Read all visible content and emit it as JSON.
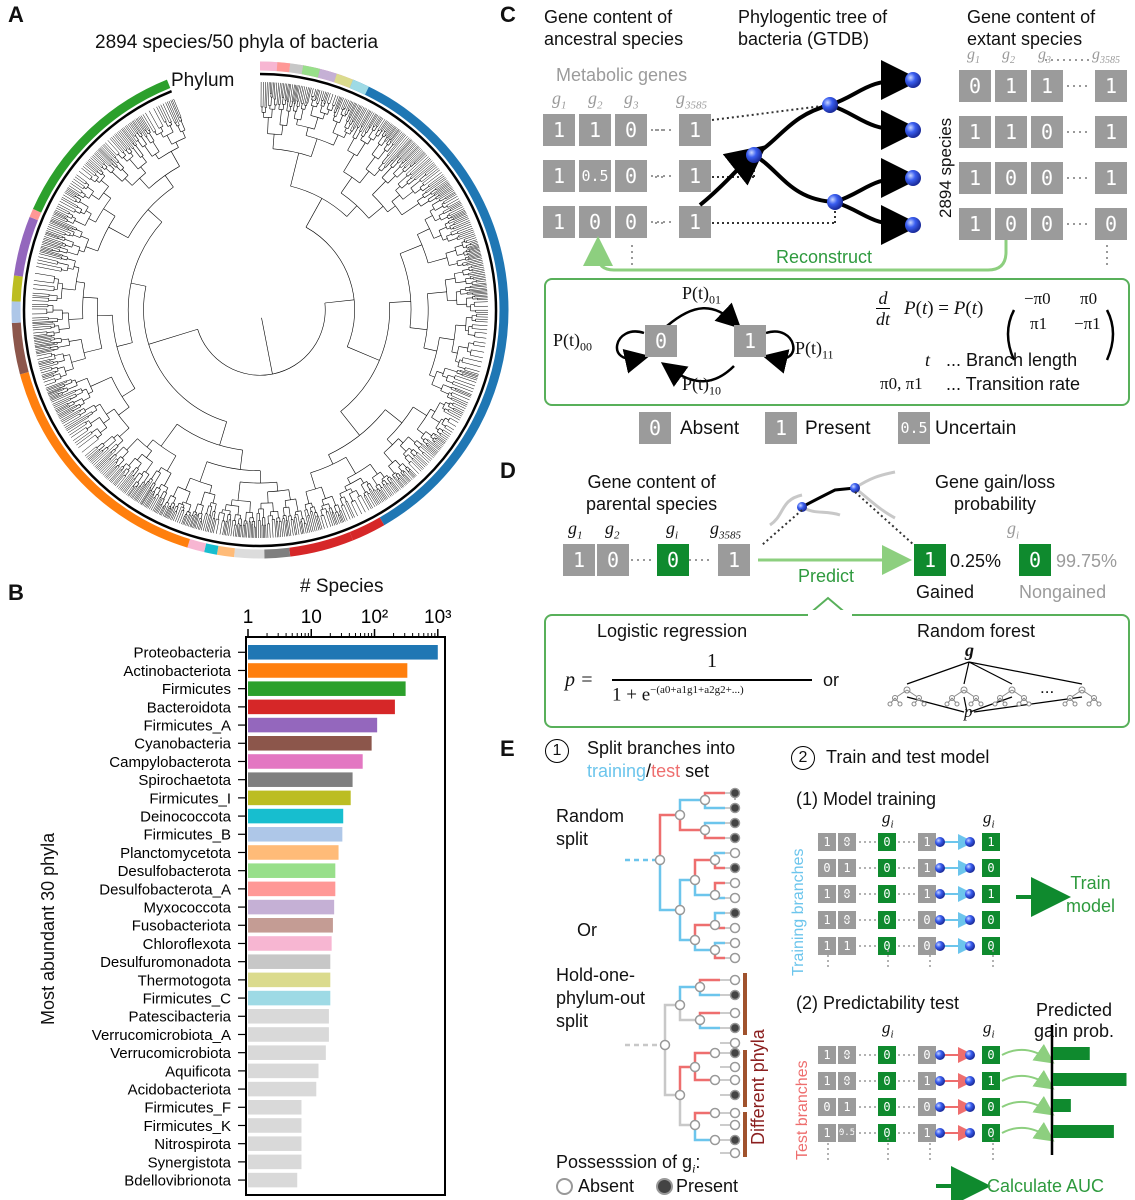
{
  "panelA": {
    "label": "A",
    "title": "2894 species/50 phyla of bacteria",
    "phylum_label": "Phylum"
  },
  "panelB": {
    "label": "B",
    "axis_title": "# Species",
    "y_title": "Most abundant 30 phyla",
    "ticks": [
      "1",
      "10",
      "10²",
      "10³"
    ]
  },
  "chart_data": {
    "type": "bar",
    "orientation": "horizontal",
    "xlabel": "# Species",
    "ylabel": "Most abundant 30 phyla",
    "xscale": "log",
    "xlim": [
      1,
      1300
    ],
    "categories": [
      "Proteobacteria",
      "Actinobacteriota",
      "Firmicutes",
      "Bacteroidota",
      "Firmicutes_A",
      "Cyanobacteria",
      "Campylobacterota",
      "Spirochaetota",
      "Firmicutes_I",
      "Deinococcota",
      "Firmicutes_B",
      "Planctomycetota",
      "Desulfobacterota",
      "Desulfobacterota_A",
      "Myxococcota",
      "Fusobacteriota",
      "Chloroflexota",
      "Desulfuromonadota",
      "Thermotogota",
      "Firmicutes_C",
      "Patescibacteria",
      "Verrucomicrobiota_A",
      "Verrucomicrobiota",
      "Aquificota",
      "Acidobacteriota",
      "Firmicutes_F",
      "Firmicutes_K",
      "Nitrospirota",
      "Synergistota",
      "Bdellovibrionota"
    ],
    "values": [
      1000,
      330,
      310,
      210,
      110,
      90,
      65,
      45,
      42,
      32,
      31,
      27,
      24,
      24,
      23,
      22,
      21,
      20,
      20,
      20,
      19,
      19,
      17,
      13,
      12,
      7,
      7,
      7,
      7,
      6
    ],
    "colors": [
      "#1f77b4",
      "#ff7f0e",
      "#2ca02c",
      "#d62728",
      "#9467bd",
      "#8c564b",
      "#e377c2",
      "#7f7f7f",
      "#bcbd22",
      "#17becf",
      "#aec7e8",
      "#ffbb78",
      "#98df8a",
      "#ff9896",
      "#c5b0d5",
      "#c49c94",
      "#f7b6d2",
      "#c7c7c7",
      "#dbdb8d",
      "#9edae5",
      "#d9d9d9",
      "#d9d9d9",
      "#d9d9d9",
      "#d9d9d9",
      "#d9d9d9",
      "#d9d9d9",
      "#d9d9d9",
      "#d9d9d9",
      "#d9d9d9",
      "#d9d9d9"
    ]
  },
  "panelC": {
    "label": "C",
    "head1a": "Gene content of",
    "head1b": "ancestral species",
    "head2a": "Phylogentic tree of",
    "head2b": "bacteria (GTDB)",
    "head3a": "Gene content of",
    "head3b": "extant species",
    "metabolic": "Metabolic genes",
    "g1": "g",
    "g1s": "1",
    "g2": "g",
    "g2s": "2",
    "g3": "g",
    "g3s": "3",
    "gn": "g",
    "gns": "3585",
    "anc_rows": [
      [
        "1",
        "1",
        "0",
        "1"
      ],
      [
        "1",
        "0.5",
        "0",
        "1"
      ],
      [
        "1",
        "0",
        "0",
        "1"
      ]
    ],
    "ext_rows": [
      [
        "0",
        "1",
        "1",
        "1"
      ],
      [
        "1",
        "1",
        "0",
        "1"
      ],
      [
        "1",
        "0",
        "0",
        "1"
      ],
      [
        "1",
        "0",
        "0",
        "0"
      ]
    ],
    "species_count": "2894 species",
    "reconstruct": "Reconstruct",
    "p01": "P(t)01",
    "p00": "P(t)00",
    "p11": "P(t)11",
    "p10": "P(t)10",
    "state0": "0",
    "state1": "1",
    "eq_lhs": "d/dt P(t) = P(t)",
    "m11": "−π0",
    "m12": "π0",
    "m21": "π1",
    "m22": "−π1",
    "t_sym": "t",
    "t_desc": "... Branch length",
    "pi_sym": "π0, π1",
    "pi_desc": "... Transition rate",
    "legend_absent_val": "0",
    "legend_absent": "Absent",
    "legend_present_val": "1",
    "legend_present": "Present",
    "legend_unc_val": "0.5",
    "legend_unc": "Uncertain"
  },
  "panelD": {
    "label": "D",
    "head1a": "Gene content of",
    "head1b": "parental species",
    "head2a": "Gene gain/loss",
    "head2b": "probability",
    "gi": "g",
    "gis": "i",
    "parent_row": [
      "1",
      "0",
      "0",
      "1"
    ],
    "predict": "Predict",
    "gained_val": "1",
    "gained_pct": "0.25%",
    "gained": "Gained",
    "nongained_val": "0",
    "nongained_pct": "99.75%",
    "nongained": "Nongained",
    "logreg": "Logistic regression",
    "rf": "Random forest",
    "or": "or",
    "formula_p": "p =",
    "formula_num": "1",
    "formula_den": "1 + e",
    "formula_exp": "−(a0+a1g1+a2g2+...)",
    "rf_g": "g",
    "rf_p": "p",
    "rf_dots": "..."
  },
  "panelE": {
    "label": "E",
    "step1": "1",
    "step1_text_a": "Split branches into",
    "step1_training": "training",
    "step1_slash": "/",
    "step1_test": "test",
    "step1_set": " set",
    "step2": "2",
    "step2_text": "Train and test model",
    "random_split_a": "Random",
    "random_split_b": "split",
    "or": "Or",
    "hold_a": "Hold-one-",
    "hold_b": "phylum-out",
    "hold_c": "split",
    "different_phyla": "Different phyla",
    "possession": "Possesssion of g",
    "possession_sub": "i",
    "possession_colon": ":",
    "absent": "Absent",
    "present": "Present",
    "model_training": "(1) Model training",
    "training_branches": "Training branches",
    "train_rows": [
      [
        "1",
        "0",
        "0",
        "1",
        "1"
      ],
      [
        "0",
        "1",
        "0",
        "1",
        "0"
      ],
      [
        "1",
        "0",
        "0",
        "1",
        "1"
      ],
      [
        "1",
        "0",
        "0",
        "0",
        "0"
      ],
      [
        "1",
        "1",
        "0",
        "0",
        "0"
      ]
    ],
    "train_model_a": "Train",
    "train_model_b": "model",
    "predictability": "(2) Predictability test",
    "test_branches": "Test branches",
    "test_rows": [
      [
        "1",
        "0",
        "0",
        "0",
        "0"
      ],
      [
        "1",
        "0",
        "0",
        "1",
        "1"
      ],
      [
        "0",
        "1",
        "0",
        "0",
        "0"
      ],
      [
        "1",
        "0.5",
        "0",
        "1",
        "0"
      ]
    ],
    "predicted_a": "Predicted",
    "predicted_b": "gain prob.",
    "pred_bars": [
      0.35,
      0.7,
      0.17,
      0.58
    ],
    "calc_auc": "Calculate AUC"
  },
  "colors": {
    "gray_cell": "#9b9b9b",
    "green_cell": "#0f8a2e",
    "box_green": "#58b05a",
    "light_blue": "#6cc5ec",
    "salmon": "#ee6e6e",
    "node_blue": "#3a5ef0"
  }
}
